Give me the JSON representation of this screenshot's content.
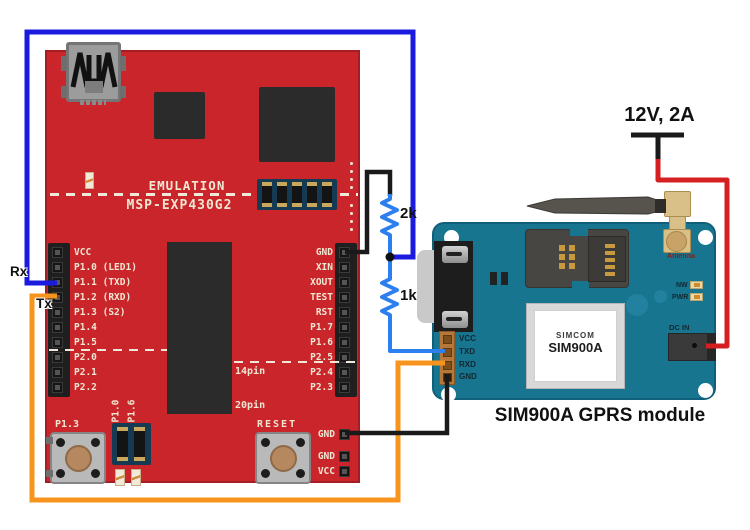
{
  "labels": {
    "rx": "Rx",
    "tx": "Tx",
    "power": "12V, 2A",
    "resistor_top": "2k",
    "resistor_bottom": "1k",
    "caption": "SIM900A GPRS module"
  },
  "msp": {
    "title_line1": "EMULATION",
    "title_line2": "MSP-EXP430G2",
    "left_pins": [
      "VCC",
      "P1.0 (LED1)",
      "P1.1 (TXD)",
      "P1.2 (RXD)",
      "P1.3 (S2)",
      "P1.4",
      "P1.5",
      "P2.0",
      "P2.1",
      "P2.2"
    ],
    "right_pins": [
      "GND",
      "XIN",
      "XOUT",
      "TEST",
      "RST",
      "P1.7",
      "P1.6",
      "P2.5",
      "P2.4",
      "P2.3"
    ],
    "pin14_label": "14pin",
    "pin20_label": "20pin",
    "button_left_label": "P1.3",
    "button_right_label": "RESET",
    "bottom_pins": [
      "GND",
      "GND",
      "VCC"
    ],
    "jumper_labels": [
      "P1.0",
      "P1.6"
    ]
  },
  "sim": {
    "pins": [
      "VCC",
      "TXD",
      "RXD",
      "GND"
    ],
    "chip_line1": "SIMCOM",
    "chip_line2": "SIM900A",
    "antenna_label": "Antenna",
    "led_nw": "NW",
    "led_pwr": "PWR",
    "dc_in": "DC IN"
  },
  "colors": {
    "wire_blue": "#1b1be0",
    "wire_orange": "#f7941d",
    "wire_black": "#1a1a1a",
    "wire_red": "#d42020",
    "resistor_blue": "#2d7ff0",
    "board_red": "#c9252b",
    "board_teal": "#177590"
  }
}
